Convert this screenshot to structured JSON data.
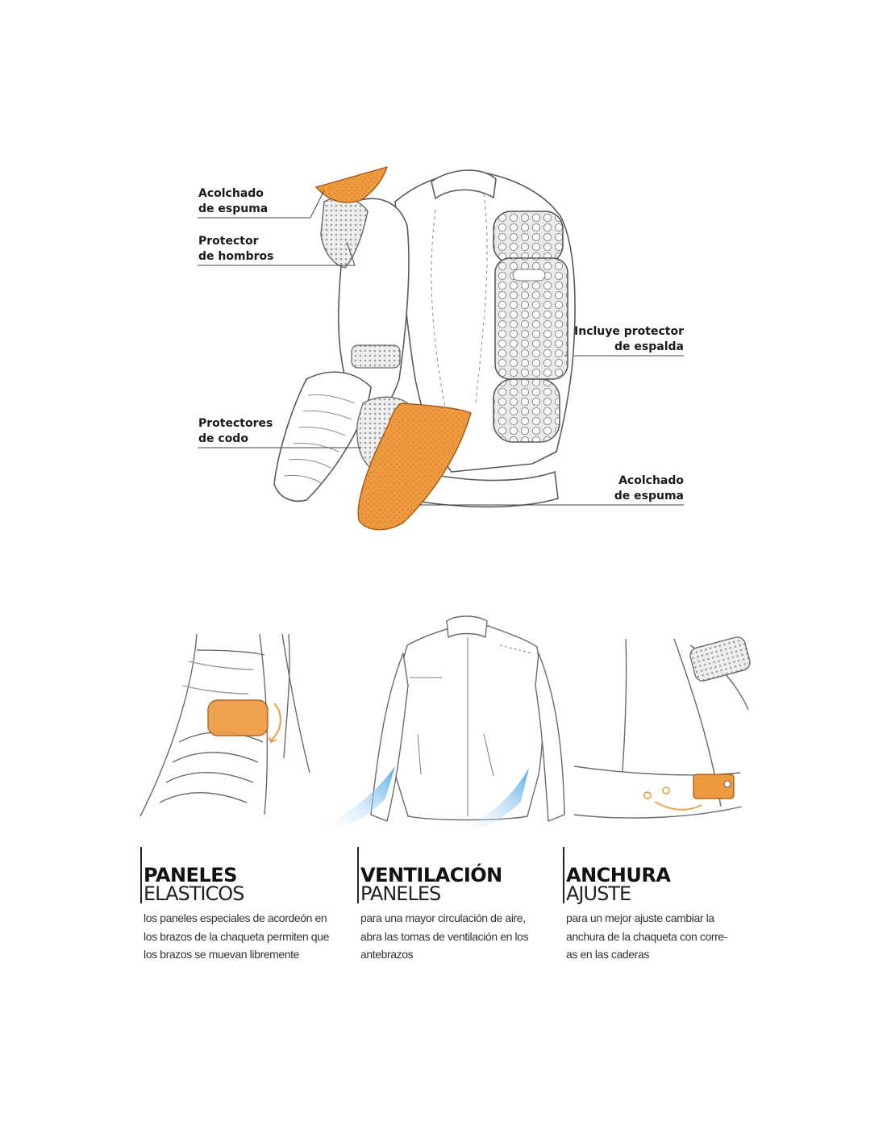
{
  "callouts": {
    "foam_top": {
      "line1": "Acolchado",
      "line2": "de espuma"
    },
    "shoulder": {
      "line1": "Protector",
      "line2": "de hombros"
    },
    "back": {
      "line1": "Incluye protector",
      "line2": "de espalda"
    },
    "elbow": {
      "line1": "Protectores",
      "line2": "de codo"
    },
    "foam_bottom": {
      "line1": "Acolchado",
      "line2": "de espuma"
    }
  },
  "features": [
    {
      "title": "PANELES",
      "subtitle": "ELASTICOS",
      "lines": [
        "los paneles especiales de acordeón en",
        "los brazos de la chaqueta permiten que",
        "los brazos se muevan libremente"
      ]
    },
    {
      "title": "VENTILACIÓN",
      "subtitle": "PANELES",
      "lines": [
        "para una mayor circulación de aire,",
        "abra las tomas de ventilación en los",
        "antebrazos"
      ]
    },
    {
      "title": "ANCHURA",
      "subtitle": "AJUSTE",
      "lines": [
        "para un mejor ajuste cambiar la",
        "anchura de la chaqueta con corre-",
        "as en las caderas"
      ]
    }
  ],
  "colors": {
    "foam_orange": "#EE9A3E",
    "mesh_grey": "#E4E4E4",
    "outline": "#5A5A5A",
    "airflow_blue": "#5AAEE8"
  },
  "icons": [
    "foam-pad-icon",
    "shoulder-protector-icon",
    "back-protector-icon",
    "elbow-protector-icon",
    "airflow-arrow-icon",
    "adjust-arrow-icon"
  ]
}
